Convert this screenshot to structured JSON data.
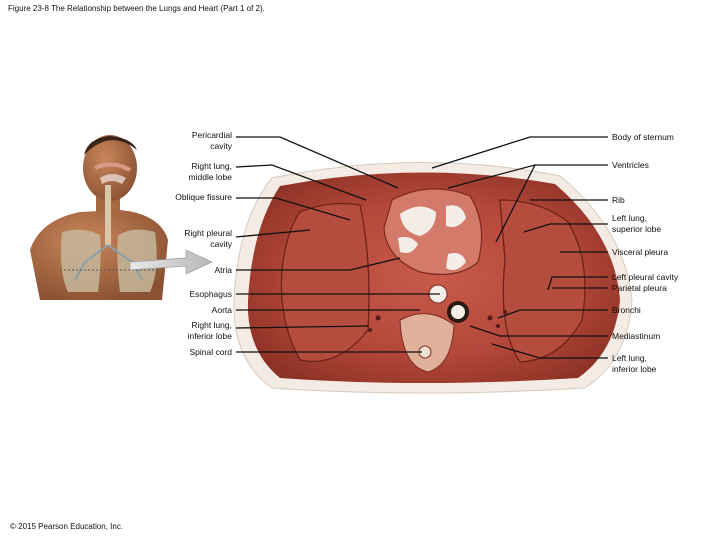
{
  "caption": "Figure 23-8 The Relationship between the Lungs and Heart (Part 1 of 2).",
  "copyright": "© 2015 Pearson Education, Inc.",
  "labels_left": [
    {
      "lines": [
        "Pericardial",
        "cavity"
      ]
    },
    {
      "lines": [
        "Right lung,",
        "middle lobe"
      ]
    },
    {
      "lines": [
        "Oblique fissure"
      ]
    },
    {
      "lines": [
        "Right pleural",
        "cavity"
      ]
    },
    {
      "lines": [
        "Atria"
      ]
    },
    {
      "lines": [
        "Esophagus"
      ]
    },
    {
      "lines": [
        "Aorta"
      ]
    },
    {
      "lines": [
        "Right lung,",
        "inferior lobe"
      ]
    },
    {
      "lines": [
        "Spinal cord"
      ]
    }
  ],
  "labels_right": [
    {
      "lines": [
        "Body of sternum"
      ]
    },
    {
      "lines": [
        "Ventricles"
      ]
    },
    {
      "lines": [
        "Rib"
      ]
    },
    {
      "lines": [
        "Left lung,",
        "superior lobe"
      ]
    },
    {
      "lines": [
        "Visceral pleura"
      ]
    },
    {
      "lines": [
        "Left pleural cavity"
      ]
    },
    {
      "lines": [
        "Parietal pleura"
      ]
    },
    {
      "lines": [
        "Bronchi"
      ]
    },
    {
      "lines": [
        "Mediastinum"
      ]
    },
    {
      "lines": [
        "Left lung,",
        "inferior lobe"
      ]
    }
  ]
}
